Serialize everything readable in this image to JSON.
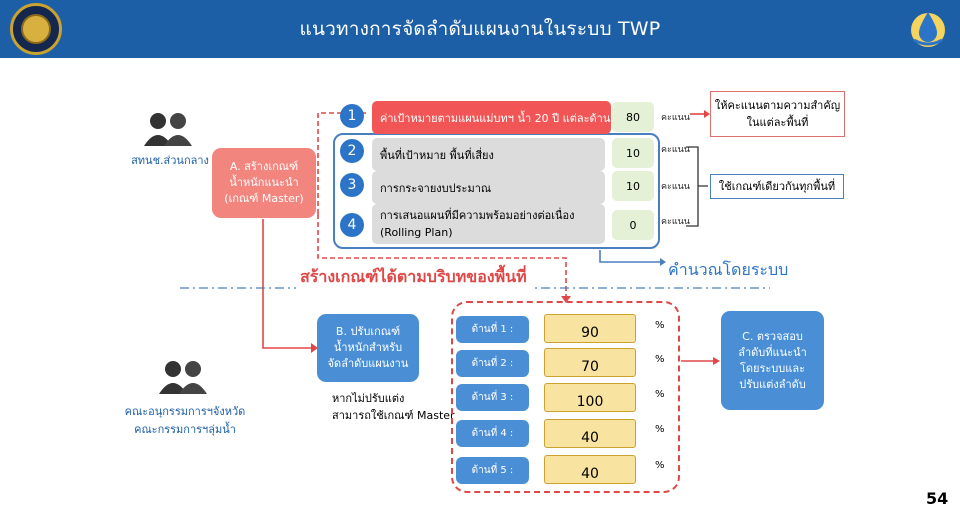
{
  "header": {
    "title": "แนวทางการจัดลำดับแผนงานในระบบ TWP",
    "colors": {
      "background": "#1d5fa6",
      "title_text": "#ffffff"
    }
  },
  "logos": {
    "left": "ministry-seal-icon",
    "right": "water-drop-logo-icon"
  },
  "groups": {
    "central": {
      "icon": "people-icon",
      "label": "สทนช.ส่วนกลาง"
    },
    "provincial": {
      "icon": "people-icon",
      "label_line1": "คณะอนุกรรมการฯจังหวัด",
      "label_line2": "คณะกรรมการฯลุ่มน้ำ"
    }
  },
  "box_a": {
    "line1": "A. สร้างเกณฑ์",
    "line2": "น้ำหนักแนะนำ",
    "line3": "(เกณฑ์ Master)",
    "color": "#f3857f"
  },
  "criteria": [
    {
      "number": "1",
      "label": "ค่าเป้าหมายตามแผนแม่บทฯ น้ำ 20 ปี แต่ละด้าน",
      "score": "80",
      "unit": "คะแนน"
    },
    {
      "number": "2",
      "label": "พื้นที่เป้าหมาย พื้นที่เสี่ยง",
      "score": "10",
      "unit": "คะแนน"
    },
    {
      "number": "3",
      "label": "การกระจายงบประมาณ",
      "score": "10",
      "unit": "คะแนน"
    },
    {
      "number": "4",
      "label_line1": "การเสนอแผนที่มีความพร้อมอย่างต่อเนื่อง",
      "label_line2": "(Rolling Plan)",
      "score": "0",
      "unit": "คะแนน"
    }
  ],
  "notes": {
    "weighted_line1": "ให้คะแนนตามความสำคัญ",
    "weighted_line2": "ในแต่ละพื้นที่",
    "same_criteria": "ใช้เกณฑ์เดียวกันทุกพื้นที่"
  },
  "calc_text": "คำนวณโดยระบบ",
  "area_title": "สร้างเกณฑ์ได้ตามบริบทของพื้นที่",
  "box_b": {
    "line1": "B. ปรับเกณฑ์",
    "line2": "น้ำหนักสำหรับ",
    "line3": "จัดลำดับแผนงาน",
    "color": "#4a8fd6"
  },
  "no_adjust": {
    "line1": "หากไม่ปรับแต่ง",
    "line2": "สามารถใช้เกณฑ์ Master"
  },
  "areas": [
    {
      "label": "ด้านที่ 1 :",
      "value": "90",
      "unit": "%"
    },
    {
      "label": "ด้านที่ 2 :",
      "value": "70",
      "unit": "%"
    },
    {
      "label": "ด้านที่ 3 :",
      "value": "100",
      "unit": "%"
    },
    {
      "label": "ด้านที่ 4 :",
      "value": "40",
      "unit": "%"
    },
    {
      "label": "ด้านที่ 5 :",
      "value": "40",
      "unit": "%"
    }
  ],
  "box_c": {
    "line1": "C. ตรวจสอบ",
    "line2": "ลำดับที่แนะนำ",
    "line3": "โดยระบบและ",
    "line4": "ปรับแต่งลำดับ",
    "color": "#4a8fd6"
  },
  "page_number": "54"
}
